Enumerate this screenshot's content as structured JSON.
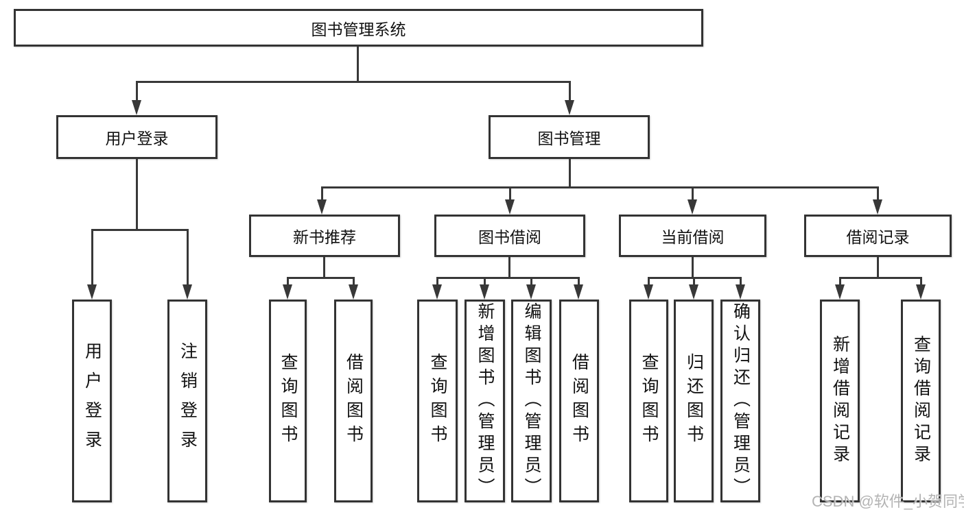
{
  "diagram": {
    "root": {
      "label": "图书管理系统"
    },
    "branches": [
      {
        "label": "用户登录",
        "children": [
          {
            "label": "用户登录"
          },
          {
            "label": "注销登录"
          }
        ]
      },
      {
        "label": "图书管理",
        "children": [
          {
            "label": "新书推荐",
            "children": [
              {
                "label": "查询图书"
              },
              {
                "label": "借阅图书"
              }
            ]
          },
          {
            "label": "图书借阅",
            "children": [
              {
                "label": "查询图书"
              },
              {
                "label": "新增图书（管理员）"
              },
              {
                "label": "编辑图书（管理员）"
              },
              {
                "label": "借阅图书"
              }
            ]
          },
          {
            "label": "当前借阅",
            "children": [
              {
                "label": "查询图书"
              },
              {
                "label": "归还图书"
              },
              {
                "label": "确认归还（管理员）"
              }
            ]
          },
          {
            "label": "借阅记录",
            "children": [
              {
                "label": "新增借阅记录"
              },
              {
                "label": "查询借阅记录"
              }
            ]
          }
        ]
      }
    ]
  },
  "watermark": {
    "text": "CSDN @软件_小贺同学"
  },
  "colors": {
    "line": "#383838",
    "border": "#333333",
    "text": "#111111",
    "background": "#ffffff",
    "watermark": "#afafaf"
  }
}
